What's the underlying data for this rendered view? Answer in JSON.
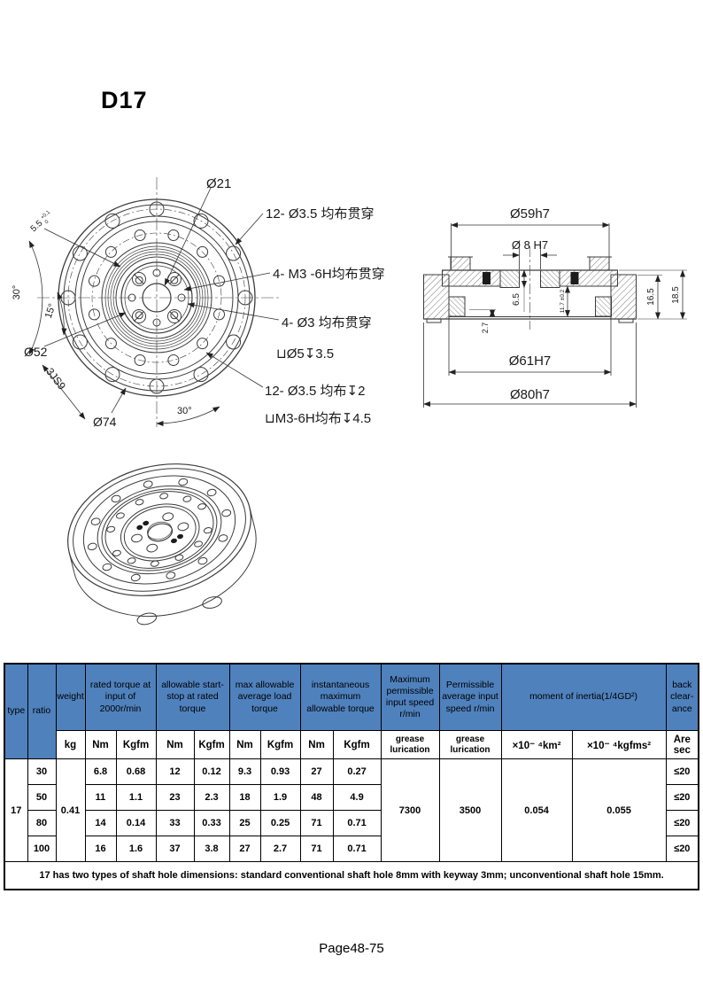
{
  "page": {
    "title": "D17",
    "footer": "Page48-75"
  },
  "front_view": {
    "callouts": {
      "bore": "Ø21",
      "outer_holes_through": "12- Ø3.5 均布贯穿",
      "m3_through": "4- M3 -6H均布贯穿",
      "d3_through": "4- Ø3 均布贯穿",
      "counterbore": "⊔Ø5↧3.5",
      "mid_holes_depth": "12- Ø3.5 均布↧2",
      "m3_blind": "⊔M3-6H均布↧4.5"
    },
    "dims": {
      "tol_value": "5.5",
      "tol_upper": "+0.1",
      "tol_lower": "0",
      "angle_left": "30°",
      "angle_mid": "15°",
      "d52": "Ø52",
      "key": "3JS9",
      "d74": "Ø74",
      "angle_bottom": "30°"
    }
  },
  "section_view": {
    "dims": {
      "d59": "Ø59h7",
      "d8": "Ø 8 H7",
      "h65": "6.5",
      "h117": "11.7 ±0.2",
      "h27": "2.7",
      "h165": "16.5",
      "h185": "18.5",
      "d61": "Ø61H7",
      "d80": "Ø80h7"
    }
  },
  "table": {
    "header": {
      "type": "type",
      "ratio": "ratio",
      "weight": "weight",
      "rated_torque": "rated torque at input of 2000r/min",
      "start_stop": "allowable start-stop at rated torque",
      "max_avg": "max allowable average load torque",
      "instant_max": "instantaneous maximum allowable torque",
      "max_input_speed": "Maximum permissible input speed r/min",
      "perm_avg_speed": "Permissible average input speed r/min",
      "inertia": "moment of inertia(1/4GD²)",
      "back_clearance": "back clear-ance"
    },
    "units": {
      "kg": "kg",
      "nm": "Nm",
      "kgfm": "Kgfm",
      "grease1": "grease lurication",
      "grease2": "grease lurication",
      "km2": "×10⁻ ⁴km²",
      "kgfms2": "×10⁻ ⁴kgfms²",
      "arcsec": "Are sec"
    },
    "type_value": "17",
    "weight_value": "0.41",
    "speed_max": "7300",
    "speed_avg": "3500",
    "inertia_km2": "0.054",
    "inertia_kgfms2": "0.055",
    "rows": [
      {
        "ratio": "30",
        "values": [
          "6.8",
          "0.68",
          "12",
          "0.12",
          "9.3",
          "0.93",
          "27",
          "0.27"
        ],
        "back": "≤20"
      },
      {
        "ratio": "50",
        "values": [
          "11",
          "1.1",
          "23",
          "2.3",
          "18",
          "1.9",
          "48",
          "4.9"
        ],
        "back": "≤20"
      },
      {
        "ratio": "80",
        "values": [
          "14",
          "0.14",
          "33",
          "0.33",
          "25",
          "0.25",
          "71",
          "0.71"
        ],
        "back": "≤20"
      },
      {
        "ratio": "100",
        "values": [
          "16",
          "1.6",
          "37",
          "3.8",
          "27",
          "2.7",
          "71",
          "0.71"
        ],
        "back": "≤20"
      }
    ],
    "note": "17 has two types of shaft hole dimensions: standard conventional shaft hole 8mm with keyway 3mm; unconventional shaft hole 15mm."
  }
}
